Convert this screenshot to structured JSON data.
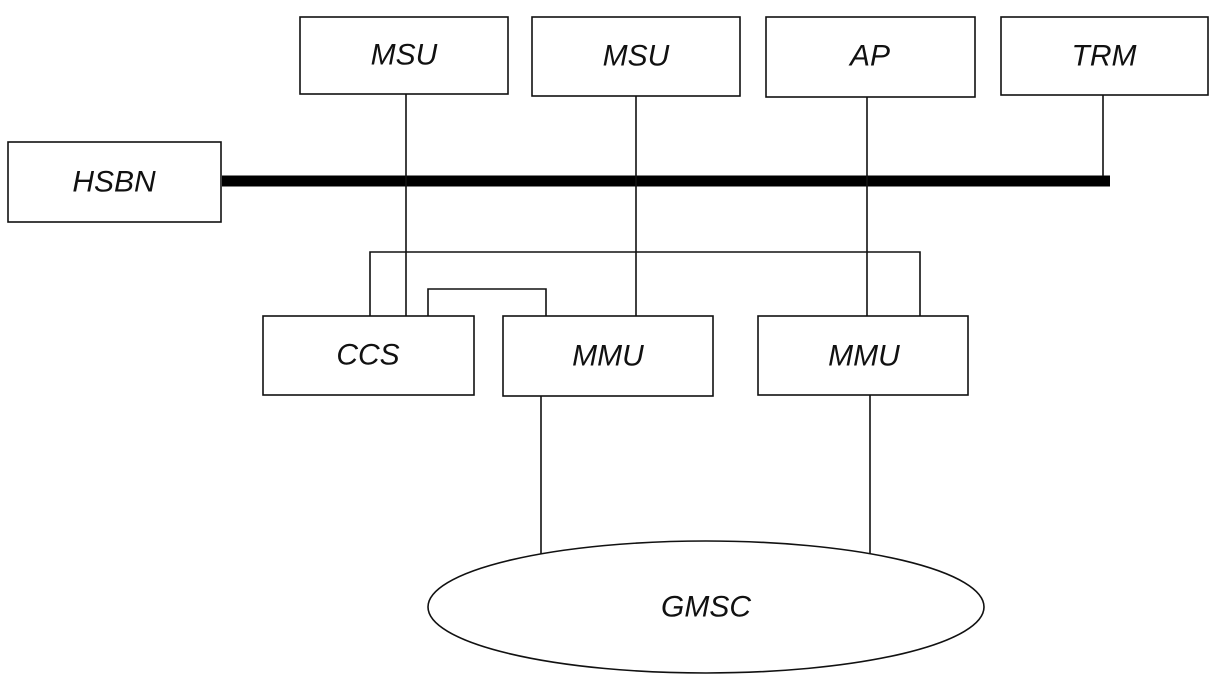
{
  "nodes": {
    "msu_1": "MSU",
    "msu_2": "MSU",
    "ap": "AP",
    "trm": "TRM",
    "hsbn": "HSBN",
    "ccs": "CCS",
    "mmu_1": "MMU",
    "mmu_2": "MMU",
    "gmsc": "GMSC"
  }
}
